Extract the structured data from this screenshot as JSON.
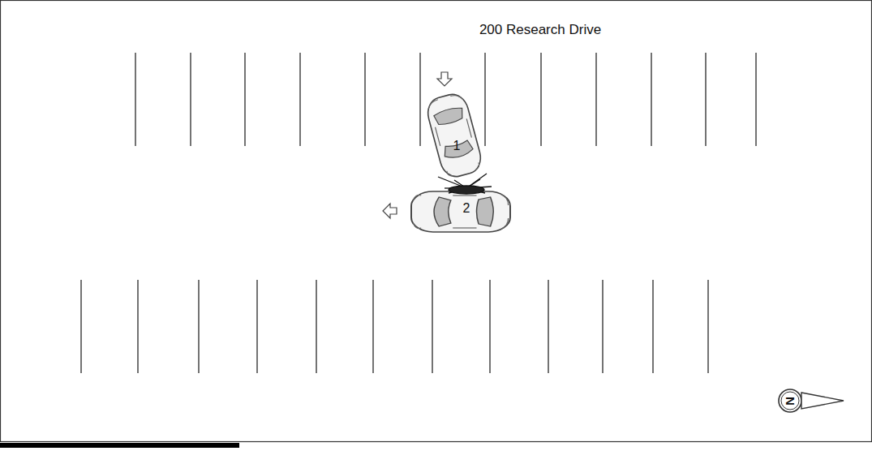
{
  "diagram": {
    "labels": [
      "200 Research Drive",
      "1",
      "2",
      "N"
    ]
  }
}
